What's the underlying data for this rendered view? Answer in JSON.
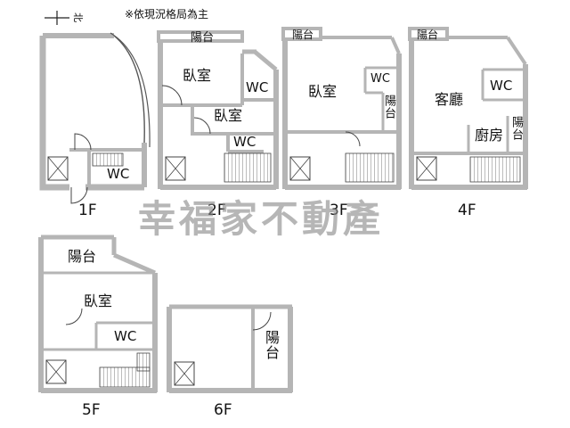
{
  "note": "※依現況格局為主",
  "north_label": "北",
  "watermark": "幸福家不動產",
  "wall_color": "#b5b5b5",
  "floors": [
    {
      "id": "1F",
      "label": "1F",
      "rooms": [
        {
          "name": "WC"
        }
      ]
    },
    {
      "id": "2F",
      "label": "2F",
      "rooms": [
        {
          "name": "陽台"
        },
        {
          "name": "臥室"
        },
        {
          "name": "WC"
        },
        {
          "name": "臥室"
        },
        {
          "name": "WC"
        }
      ]
    },
    {
      "id": "3F",
      "label": "3F",
      "rooms": [
        {
          "name": "陽台"
        },
        {
          "name": "臥室"
        },
        {
          "name": "WC"
        },
        {
          "name": "陽台"
        }
      ]
    },
    {
      "id": "4F",
      "label": "4F",
      "rooms": [
        {
          "name": "陽台"
        },
        {
          "name": "客廳"
        },
        {
          "name": "WC"
        },
        {
          "name": "廚房"
        },
        {
          "name": "陽台"
        }
      ]
    },
    {
      "id": "5F",
      "label": "5F",
      "rooms": [
        {
          "name": "陽台"
        },
        {
          "name": "臥室"
        },
        {
          "name": "WC"
        }
      ]
    },
    {
      "id": "6F",
      "label": "6F",
      "rooms": [
        {
          "name": "陽台"
        }
      ]
    }
  ]
}
